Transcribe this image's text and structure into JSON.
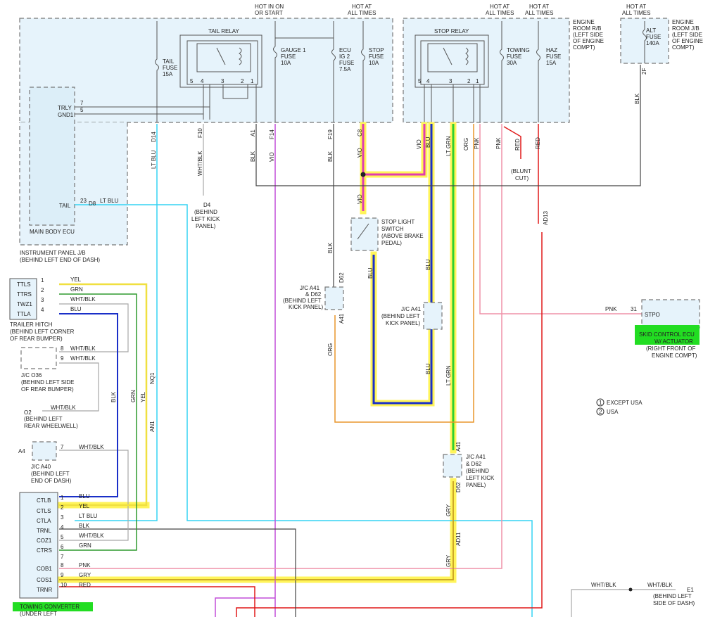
{
  "header": {
    "hot_ign_1": "HOT IN ON",
    "hot_ign_2": "OR START",
    "hot_all_1": "HOT AT",
    "hot_all_2": "ALL TIMES"
  },
  "relays": {
    "tail": "TAIL RELAY",
    "stop": "STOP RELAY"
  },
  "fuses": {
    "tail": [
      "TAIL",
      "FUSE",
      "15A"
    ],
    "gauge": [
      "GAUGE 1",
      "FUSE",
      "10A"
    ],
    "ecu": [
      "ECU",
      "IG 2",
      "FUSE",
      "7.5A"
    ],
    "stop": [
      "STOP",
      "FUSE",
      "10A"
    ],
    "towing": [
      "TOWING",
      "FUSE",
      "30A"
    ],
    "haz": [
      "HAZ",
      "FUSE",
      "15A"
    ],
    "alt": [
      "ALT",
      "FUSE",
      "140A"
    ]
  },
  "locations": {
    "engine_rb": [
      "ENGINE",
      "ROOM R/B",
      "(LEFT SIDE",
      "OF ENGINE",
      "COMPT)"
    ],
    "engine_jb": [
      "ENGINE",
      "ROOM J/B",
      "(LEFT SIDE",
      "OF ENGINE",
      "COMPT)"
    ],
    "ip_jb": [
      "INSTRUMENT PANEL J/B",
      "(BEHIND LEFT END OF DASH)"
    ],
    "main_ecu": "MAIN BODY ECU",
    "d4": [
      "D4",
      "(BEHIND",
      "LEFT KICK",
      "PANEL)"
    ],
    "blunt": [
      "(BLUNT",
      "CUT)"
    ],
    "stop_switch": [
      "STOP LIGHT",
      "SWITCH",
      "(ABOVE BRAKE",
      "PEDAL)"
    ],
    "jc_a41_d62_a": [
      "J/C A41",
      "& D62",
      "(BEHIND LEFT",
      "KICK PANEL)"
    ],
    "jc_a41_b": [
      "J/C A41",
      "(BEHIND LEFT",
      "KICK PANEL)"
    ],
    "jc_a41_d62_c": [
      "J/C A41",
      "& D62",
      "(BEHIND",
      "LEFT KICK",
      "PANEL)"
    ],
    "trailer": [
      "TRAILER HITCH",
      "(BEHIND LEFT CORNER",
      "OF REAR BUMPER)"
    ],
    "jc_o36": [
      "J/C O36",
      "(BEHIND LEFT SIDE",
      "OF REAR BUMPER)"
    ],
    "o2": [
      "O2",
      "(BEHIND LEFT",
      "REAR WHEELWELL)"
    ],
    "jc_a40": [
      "J/C A40",
      "(BEHIND LEFT",
      "END OF DASH)"
    ],
    "skid_ecu": [
      "SKID CONTROL ECU",
      "W/ ACTUATOR",
      "(RIGHT FRONT OF",
      "ENGINE COMPT)"
    ],
    "towing_conv": [
      "TOWING CONVERTER",
      "(UNDER LEFT"
    ],
    "e1": [
      "(BEHIND LEFT",
      "SIDE OF DASH)"
    ]
  },
  "legend": {
    "one": "EXCEPT USA",
    "two": "USA"
  },
  "pins": {
    "trly": "TRLY",
    "gnd1": "GND1",
    "tail": "TAIL",
    "stpo": "STPO",
    "ttls": "TTLS",
    "ttrs": "TTRS",
    "twz1": "TWZ1",
    "ttla": "TTLA",
    "ctlb": "CTLB",
    "ctls": "CTLS",
    "ctla": "CTLA",
    "trnl": "TRNL",
    "coz1": "COZ1",
    "ctrs": "CTRS",
    "cob1": "COB1",
    "cos1": "COS1",
    "trnr": "TRNR"
  },
  "wires": {
    "lt_blu": "LT BLU",
    "wht_blk": "WHT/BLK",
    "blk": "BLK",
    "vio": "VIO",
    "blu": "BLU",
    "lt_grn": "LT GRN",
    "org": "ORG",
    "pnk": "PNK",
    "red": "RED",
    "yel": "YEL",
    "grn": "GRN",
    "gry": "GRY"
  },
  "connectors": {
    "d14": "D14",
    "f10": "F10",
    "a1": "A1",
    "f14": "F14",
    "f19": "F19",
    "c8": "C8",
    "d8": "D8",
    "ad13": "AD13",
    "2f": "2F",
    "d62": "D62",
    "a41": "A41",
    "nq1": "NQ1",
    "an1": "AN1",
    "ad11": "AD11",
    "a4": "A4",
    "o2": "O2",
    "e1": "E1"
  },
  "colors": {
    "lt_blu": "#35d4f4",
    "vio": "#c24ed8",
    "red": "#e01818",
    "blu": "#1a2fc8",
    "lt_grn": "#2fd02f",
    "org": "#e8962c",
    "pnk": "#ef92a8",
    "yel": "#f0e040",
    "grn": "#2e9a2e",
    "highlight": "#fff45a",
    "tag_green": "#22dd22"
  }
}
